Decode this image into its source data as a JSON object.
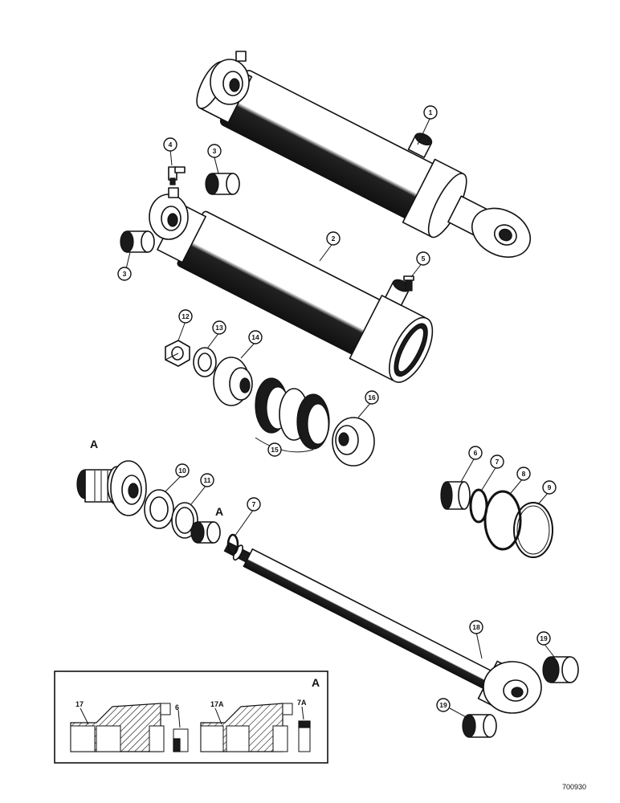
{
  "callouts": {
    "c1": "1",
    "c2": "2",
    "c3a": "3",
    "c3b": "3",
    "c4": "4",
    "c5": "5",
    "c6": "6",
    "c7a": "7",
    "c7b": "7",
    "c8": "8",
    "c9": "9",
    "c10": "10",
    "c11": "11",
    "c12": "12",
    "c13": "13",
    "c14": "14",
    "c15": "15",
    "c16": "16",
    "c18": "18",
    "c19a": "19",
    "c19b": "19"
  },
  "section_labels": {
    "piston_a": "A",
    "wiper_a": "A"
  },
  "detail_inset": {
    "label": "A",
    "left_part": "17",
    "left_ring": "6",
    "right_part": "17A",
    "right_ring": "7A"
  },
  "figure_number": "700930"
}
